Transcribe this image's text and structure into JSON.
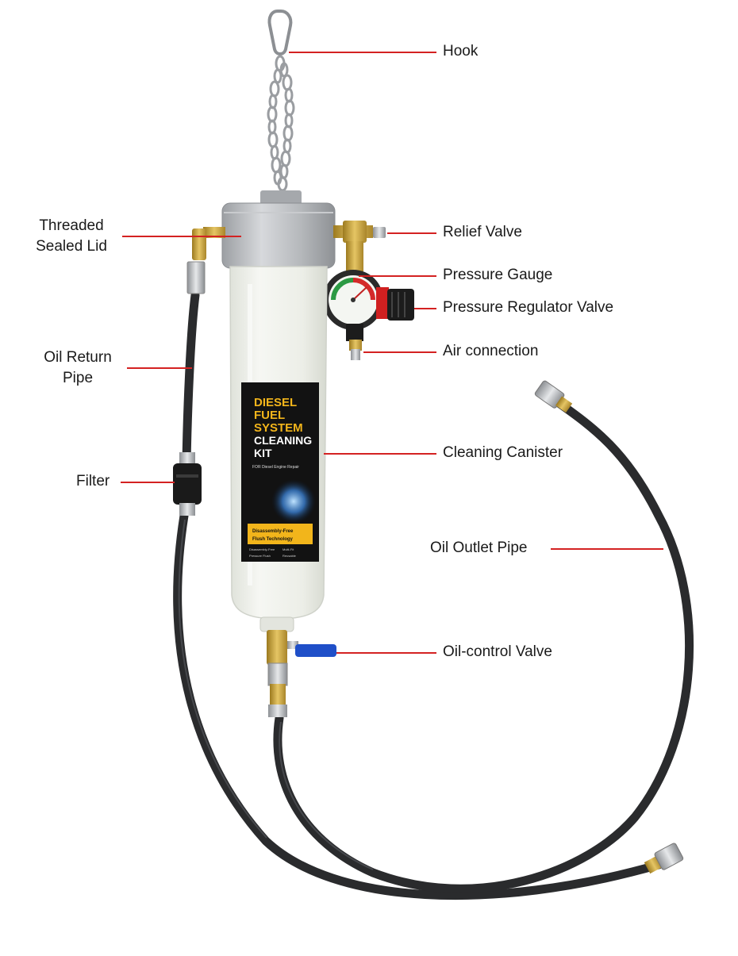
{
  "colors": {
    "leader": "#d42222",
    "label_text": "#1a1a1a",
    "canister_body": "#eef0ea",
    "lid_metal": "#b9bcc0",
    "hose": "#2a2b2d",
    "brass": "#c9a53a",
    "valve_handle": "#1f4fc8",
    "gauge_face": "#f4f6f2",
    "regulator": "#1c1c1c",
    "regulator_ring": "#d02020",
    "sticker_bg": "#121212",
    "sticker_title": "#f2b51b"
  },
  "labels": {
    "hook": "Hook",
    "threaded_lid_line1": "Threaded",
    "threaded_lid_line2": "Sealed Lid",
    "relief_valve": "Relief Valve",
    "pressure_gauge": "Pressure Gauge",
    "pressure_regulator_valve": "Pressure Regulator Valve",
    "air_connection": "Air connection",
    "oil_return_line1": "Oil Return",
    "oil_return_line2": "Pipe",
    "filter": "Filter",
    "cleaning_canister": "Cleaning Canister",
    "oil_outlet_pipe": "Oil Outlet Pipe",
    "oil_control_valve": "Oil-control Valve"
  },
  "sticker": {
    "line1": "DIESEL",
    "line2": "FUEL",
    "line3": "SYSTEM",
    "line4": "CLEANING",
    "line5": "KIT",
    "subtitle": "FOR Diesel Engine Repair",
    "badge_line1": "Disassembly-Free",
    "badge_line2": "Flush Technology",
    "feature1": "Disassembly-Free",
    "feature2": "Multi-Fit",
    "feature3": "Pressure Flush",
    "feature4": "Reusable"
  },
  "icons": {
    "hook": "carabiner-hook-icon",
    "chain": "chain-icon",
    "gauge": "pressure-gauge-icon"
  }
}
